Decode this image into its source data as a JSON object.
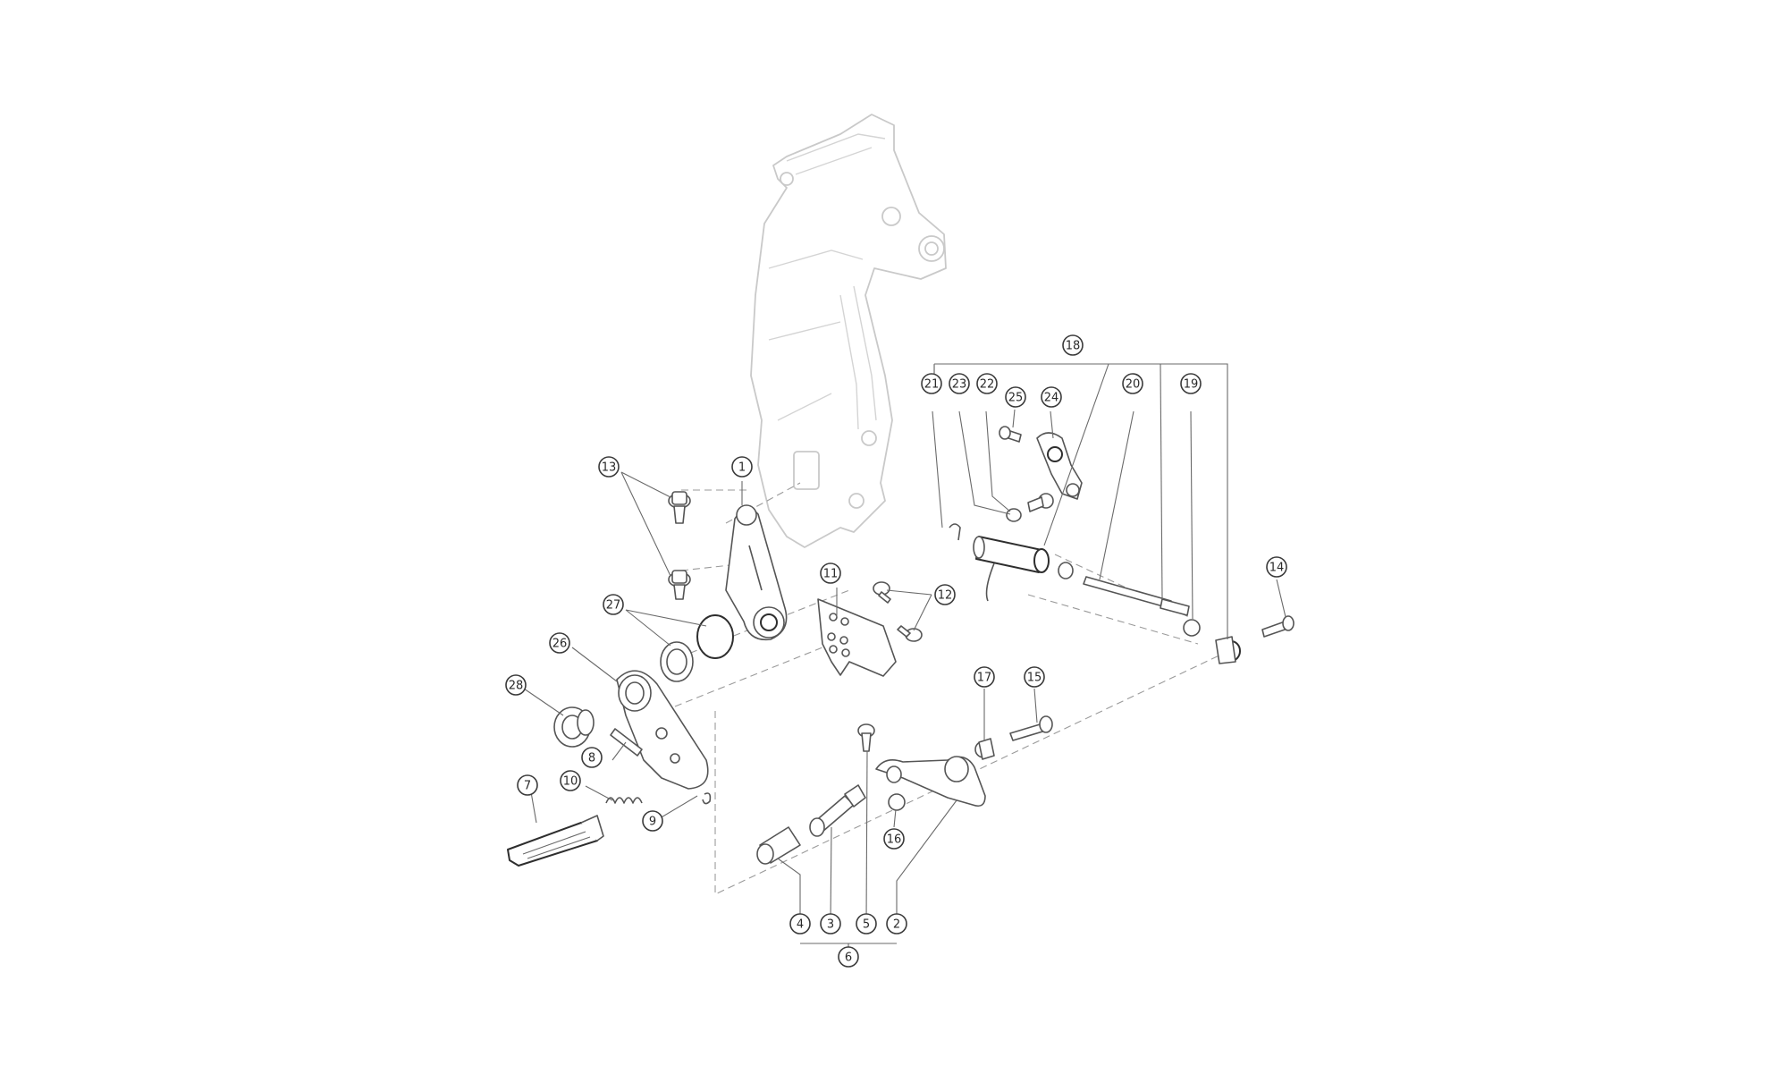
{
  "diagram": {
    "callouts": [
      "1",
      "2",
      "3",
      "4",
      "5",
      "6",
      "7",
      "8",
      "9",
      "10",
      "11",
      "12",
      "13",
      "14",
      "15",
      "16",
      "17",
      "18",
      "19",
      "20",
      "21",
      "22",
      "23",
      "24",
      "25",
      "26",
      "27",
      "28"
    ]
  }
}
